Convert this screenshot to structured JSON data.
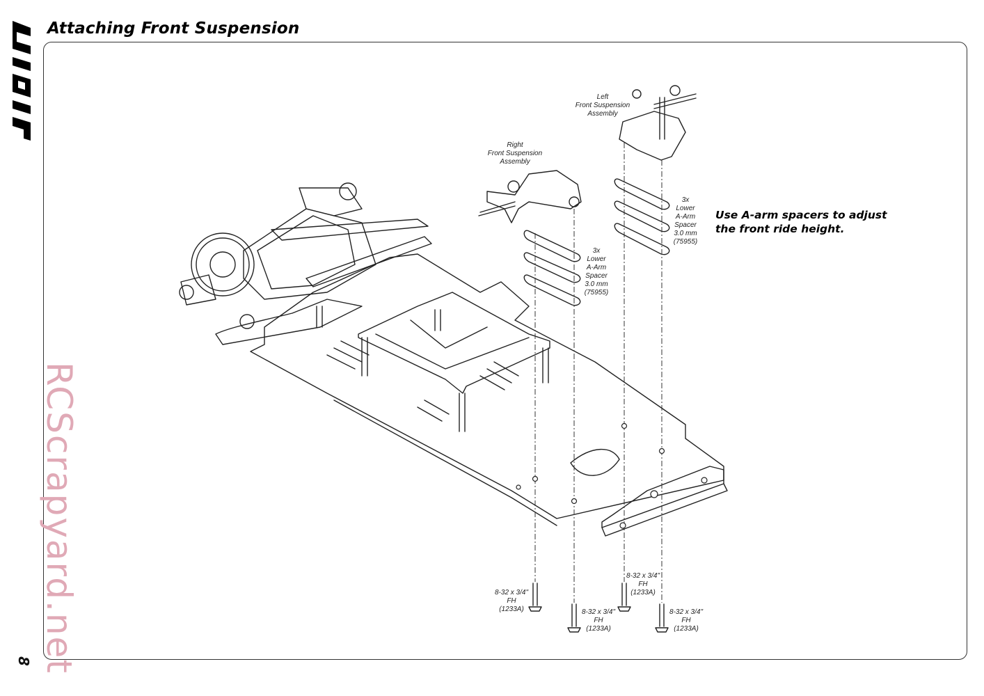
{
  "page": {
    "title": "Attaching Front Suspension",
    "number": "8",
    "brand": "GRAIL",
    "watermark": "RCScrapyard.net"
  },
  "labels": {
    "left_assembly": [
      "Left",
      "Front Suspension",
      "Assembly"
    ],
    "right_assembly": [
      "Right",
      "Front Suspension",
      "Assembly"
    ],
    "spacer_left": [
      "3x",
      "Lower",
      "A-Arm",
      "Spacer",
      "3.0 mm",
      "(75955)"
    ],
    "spacer_right": [
      "3x",
      "Lower",
      "A-Arm",
      "Spacer",
      "3.0 mm",
      "(75955)"
    ],
    "screw_1": [
      "8-32 x 3/4\"",
      "FH",
      "(1233A)"
    ],
    "screw_2": [
      "8-32 x 3/4\"",
      "FH",
      "(1233A)"
    ],
    "screw_3": [
      "8-32 x 3/4\"",
      "FH",
      "(1233A)"
    ],
    "screw_4": [
      "8-32 x 3/4\"",
      "FH",
      "(1233A)"
    ]
  },
  "note": {
    "line1": "Use A-arm spacers to adjust",
    "line2": "the front ride height."
  }
}
